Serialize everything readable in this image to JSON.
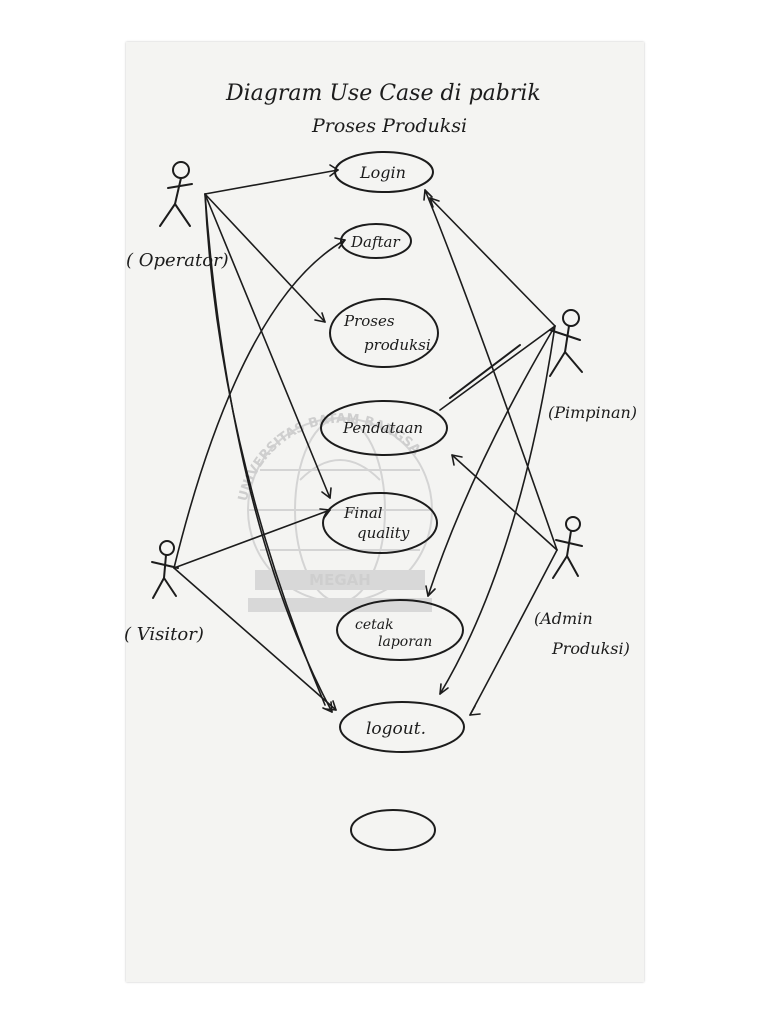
{
  "title": {
    "line1": "Diagram Use Case di pabrik",
    "line2": "Proses Produksi"
  },
  "actors": [
    {
      "id": "operator",
      "label": "( Operator)"
    },
    {
      "id": "pimpinan",
      "label": "(Pimpinan)"
    },
    {
      "id": "visitor",
      "label": "( Visitor)"
    },
    {
      "id": "admin",
      "label_line1": "(Admin",
      "label_line2": "Produksi)"
    }
  ],
  "use_cases": [
    {
      "id": "login",
      "label_line1": "Login",
      "label_line2": ""
    },
    {
      "id": "daftar",
      "label_line1": "Daftar",
      "label_line2": ""
    },
    {
      "id": "proses",
      "label_line1": "Proses",
      "label_line2": "produksi"
    },
    {
      "id": "pendataan",
      "label_line1": "Pendataan",
      "label_line2": ""
    },
    {
      "id": "final",
      "label_line1": "Final",
      "label_line2": "quality"
    },
    {
      "id": "cetak",
      "label_line1": "cetak",
      "label_line2": "laporan"
    },
    {
      "id": "logout",
      "label_line1": "logout.",
      "label_line2": ""
    },
    {
      "id": "empty",
      "label_line1": "",
      "label_line2": ""
    }
  ],
  "watermark": {
    "arc_text": "UNIVERSITAS BATAM BANGSA",
    "banner": "MEGAH"
  }
}
